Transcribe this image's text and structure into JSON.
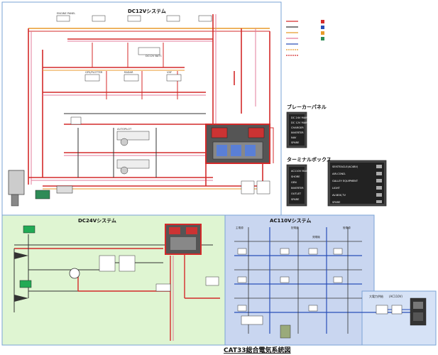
{
  "title": "CAT33総合電気系統図",
  "sections": {
    "dc12v": "DC12Vシステム",
    "dc24v": "DC24Vシステム",
    "ac110v": "AC110Vシステム",
    "breaker_panel": "ブレーカーパネル",
    "terminal_box": "ターミナルボックス",
    "shore_power": "大電力供給",
    "shore_power_sub": "(AC110V)"
  },
  "terminal_box_rows": [
    "SEISTEACLE(AC48V)",
    "AIR-COND.",
    "GALLEY EQUIPMENT",
    "LIGHT",
    "AV-BOX,TV",
    "SPARE"
  ],
  "breaker_panel_rows": [
    "DC 24V MAIN",
    "DC 12V MAIN",
    "CHARGER",
    "INVERTER",
    "NAV",
    "SPARE"
  ],
  "terminal_box_left_rows": [
    "AC110V MAIN",
    "SHORE",
    "GEN",
    "INVERTER",
    "OUTLET",
    "SPARE"
  ],
  "ac_labels": [
    "主電源",
    "配電盤",
    "陸電源",
    "発電機"
  ],
  "dc12_labels": [
    "ENGINE PANEL",
    "DC12V BATT.",
    "GPS/PLOTTER",
    "RADAR",
    "VHF",
    "AUTOPILOT"
  ],
  "colors": {
    "dc12_bg": "#ffffff",
    "dc24_bg": "#dff5d2",
    "ac110_bg": "#c9d6f0",
    "shore_bg": "#d6e2f6",
    "wire_red": "#d42a2a",
    "wire_pink": "#e37b9b",
    "wire_orange": "#e89a2b",
    "wire_dark": "#333333",
    "wire_blue": "#2a4fb8",
    "panel_bg": "#6a6a6a"
  }
}
